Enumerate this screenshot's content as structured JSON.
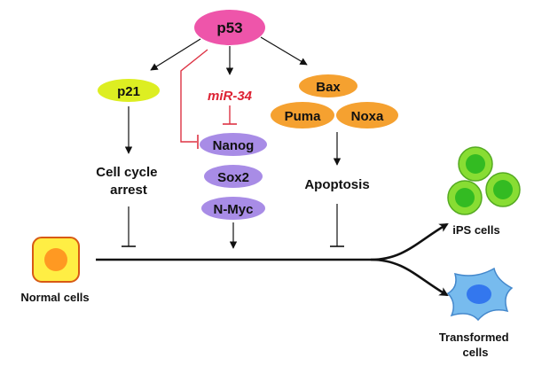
{
  "nodes": {
    "p53": "p53",
    "p21": "p21",
    "mir34": "miR-34",
    "bax": "Bax",
    "puma": "Puma",
    "noxa": "Noxa",
    "nanog": "Nanog",
    "sox2": "Sox2",
    "nmyc": "N-Myc"
  },
  "outcomes": {
    "cell_cycle_line1": "Cell cycle",
    "cell_cycle_line2": "arrest",
    "apoptosis": "Apoptosis",
    "normal_cells": "Normal cells",
    "ips_cells": "iPS cells",
    "transformed_line1": "Transformed",
    "transformed_line2": "cells"
  },
  "colors": {
    "p53": "#ee55aa",
    "p21": "#ddee22",
    "mir34": "#dd2233",
    "inhibit_red": "#dd3344",
    "pro_apoptotic": "#f5a130",
    "pluripotency": "#a88ce6",
    "ips_outer": "#88dd33",
    "ips_inner": "#33bb22",
    "transformed_outer": "#77bbee",
    "transformed_inner": "#3377ee",
    "normal_outer": "#ffee44",
    "normal_inner": "#ff9922"
  }
}
